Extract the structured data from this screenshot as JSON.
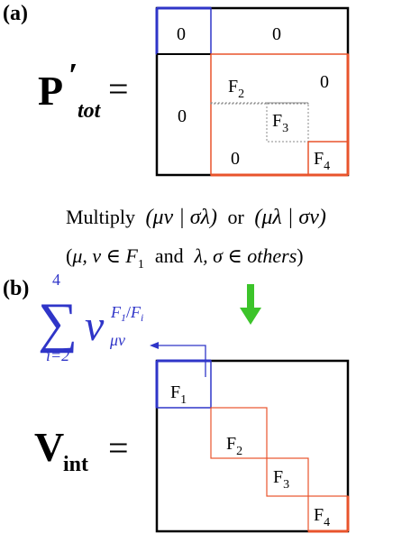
{
  "panel_a": {
    "label": "(a)",
    "equation_symbol": "P",
    "equation_prime": "′",
    "equation_subscript": "tot",
    "equals": "=",
    "matrix": {
      "top_left": "0",
      "top_right": "0",
      "left": "0",
      "F2": "F",
      "F2_sub": "2",
      "right": "0",
      "F3": "F",
      "F3_sub": "3",
      "bottom": "0",
      "F4": "F",
      "F4_sub": "4"
    }
  },
  "multiply_text": {
    "line1_prefix": "Multiply",
    "line1_term1": "(μν | σλ)",
    "line1_or": "or",
    "line1_term2": "(μλ | σν)",
    "line2_open": "(",
    "line2_mu_nu": "μ, ν ∈ F",
    "line2_sub": "1",
    "line2_and": "and",
    "line2_lambda_sigma": "λ, σ ∈ others",
    "line2_close": ")"
  },
  "panel_b": {
    "label": "(b)",
    "sum_symbol": "∑",
    "sum_upper": "4",
    "sum_lower": "i=2",
    "nu": "ν",
    "superscript": "F",
    "superscript_sub1": "1",
    "superscript_slash": "/",
    "superscript_Fi": "F",
    "superscript_sub_i": "i",
    "subscript": "μν",
    "equation_symbol": "V",
    "equation_subscript": "int",
    "equals": "=",
    "matrix": {
      "F1": "F",
      "F1_sub": "1",
      "F2": "F",
      "F2_sub": "2",
      "F3": "F",
      "F3_sub": "3",
      "F4": "F",
      "F4_sub": "4"
    }
  },
  "colors": {
    "blue": "#2f35c8",
    "red": "#e8542c",
    "green": "#3cc42a",
    "black": "#000000",
    "gray": "#888888"
  }
}
